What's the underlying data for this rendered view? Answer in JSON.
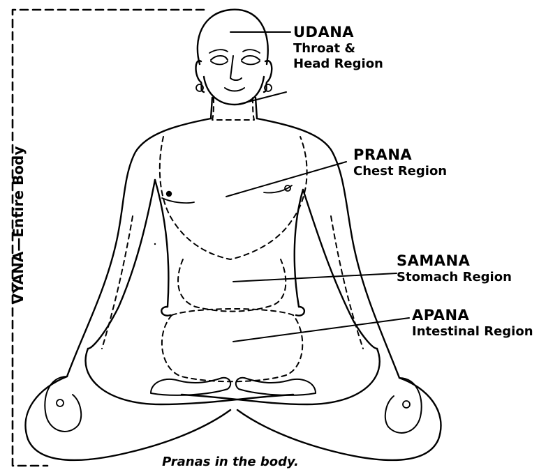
{
  "pranas": [
    {
      "name": "UDANA",
      "region_lines": [
        "Throat &",
        "Head Region"
      ]
    },
    {
      "name": "PRANA",
      "region_lines": [
        "Chest Region"
      ]
    },
    {
      "name": "SAMANA",
      "region_lines": [
        "Stomach Region"
      ]
    },
    {
      "name": "APANA",
      "region_lines": [
        "Intestinal Region"
      ]
    }
  ],
  "vyana_label": "VYANA—Entire Body",
  "caption": "Pranas in the body."
}
